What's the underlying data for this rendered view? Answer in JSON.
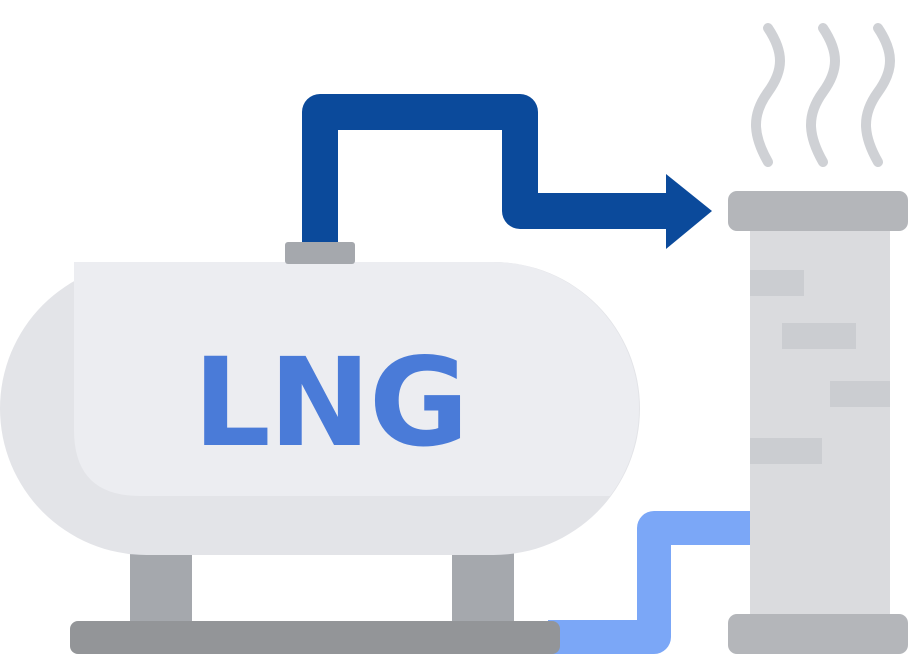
{
  "tank": {
    "label": "LNG"
  },
  "colors": {
    "tank_body": "#ECEDF1",
    "tank_shadow": "#E3E4E8",
    "tank_label": "#4A7BD8",
    "valve": "#A5A8AD",
    "legs": "#A5A8AD",
    "base": "#939598",
    "pipe_dark": "#0B4A9B",
    "pipe_light": "#7BA7F7",
    "chimney_body": "#DADBDE",
    "chimney_shadow": "#CBCDD1",
    "chimney_cap": "#B4B6BA",
    "smoke": "#CFD1D5"
  },
  "icons": [
    "lng-tank",
    "chimney",
    "smoke",
    "arrow-right"
  ]
}
